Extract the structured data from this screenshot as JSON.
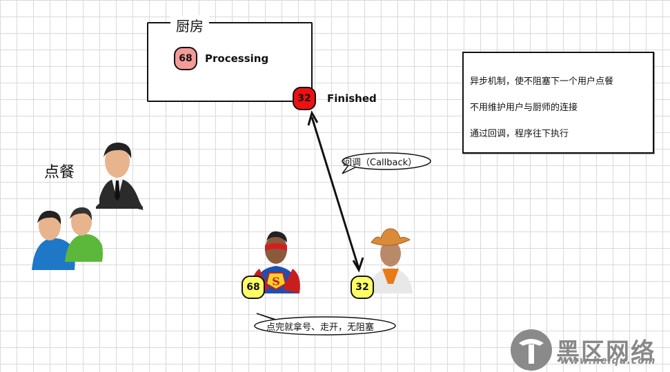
{
  "kitchen": {
    "title": "厨房",
    "processing_number": "68",
    "processing_label": "Processing",
    "finished_number": "32",
    "finished_label": "Finished"
  },
  "info": {
    "line1": "异步机制，使不阻塞下一个用户点餐",
    "line2": "不用维护用户与厨师的连接",
    "line3": "通过回调，程序往下执行"
  },
  "order_label": "点餐",
  "callback_label": "回调（Callback）",
  "customer_number": "68",
  "waiter_number": "32",
  "nonblock_label": "点完就拿号、走开，无阻塞",
  "watermark": {
    "text": "黑区网络",
    "url": "www.heiqu.com"
  },
  "colors": {
    "processing": "#f59a9a",
    "finished": "#ee1111",
    "ticket": "#ffff66",
    "grid": "#d9d9d9"
  },
  "icons": {
    "customers": "person-group-icon",
    "superhero": "superhero-icon",
    "cowboy": "cowboy-icon",
    "arrow": "callback-arrow"
  }
}
